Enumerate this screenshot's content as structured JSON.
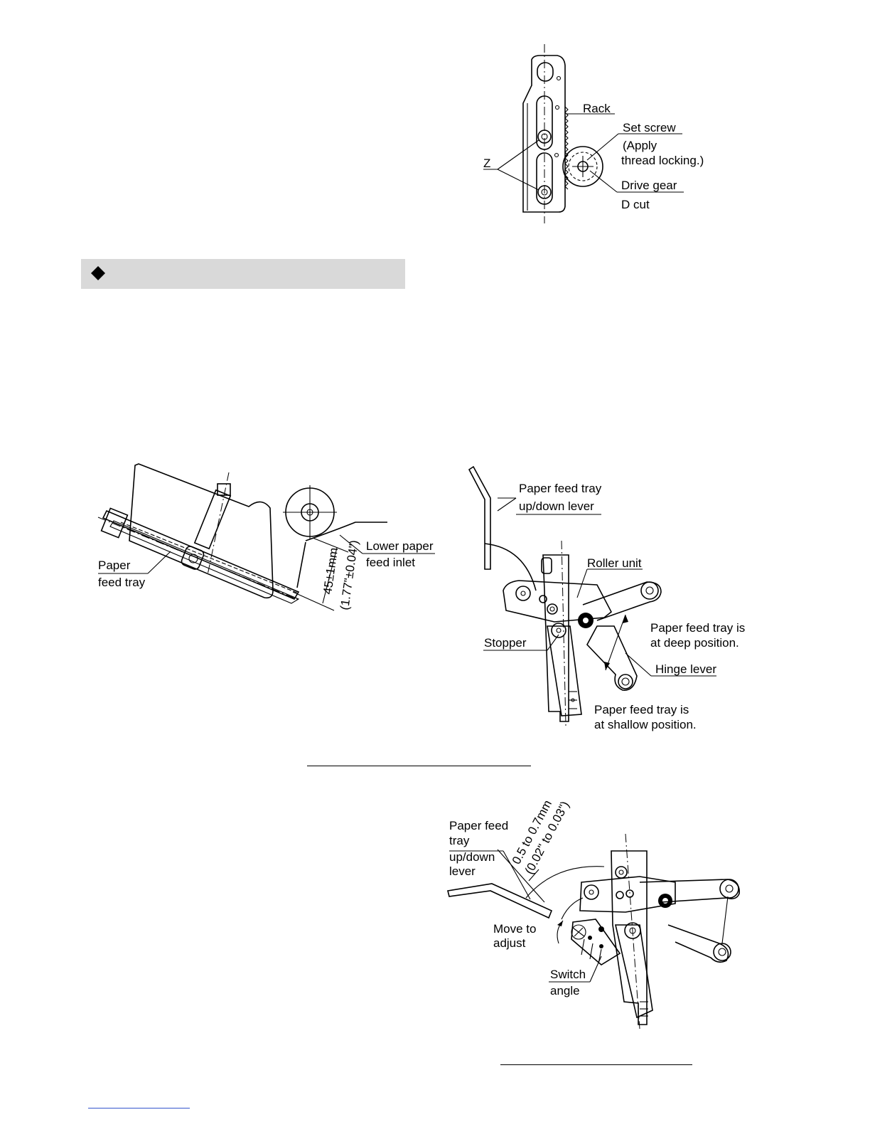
{
  "section_bar": {
    "icon": "diamond-icon",
    "color": "#d9d9d9"
  },
  "fig_gear": {
    "rack": "Rack",
    "set_screw": "Set screw",
    "apply": "(Apply",
    "thread_locking": "thread locking.)",
    "z": "Z",
    "drive_gear": "Drive gear",
    "d_cut": "D cut"
  },
  "fig_tray": {
    "paper": "Paper",
    "feed_tray": "feed tray",
    "lower_paper": "Lower paper",
    "feed_inlet": "feed inlet",
    "dim_mm": "45±1mm",
    "dim_in": "(1.77\"±0.04\")"
  },
  "fig_lever": {
    "lever_1": "Paper feed tray",
    "lever_2": "up/down lever",
    "roller_unit": "Roller unit",
    "stopper": "Stopper",
    "deep_1": "Paper feed tray is",
    "deep_2": "at deep position.",
    "hinge_lever": "Hinge lever",
    "shallow_1": "Paper feed tray is",
    "shallow_2": "at shallow position."
  },
  "fig_switch": {
    "lever_1": "Paper feed",
    "lever_2": "tray",
    "lever_3": "up/down",
    "lever_4": "lever",
    "gap_mm": "0.5 to 0.7mm",
    "gap_in": "(0.02\" to 0.03\")",
    "move_1": "Move to",
    "move_2": "adjust",
    "switch_1": "Switch",
    "switch_2": "angle"
  }
}
